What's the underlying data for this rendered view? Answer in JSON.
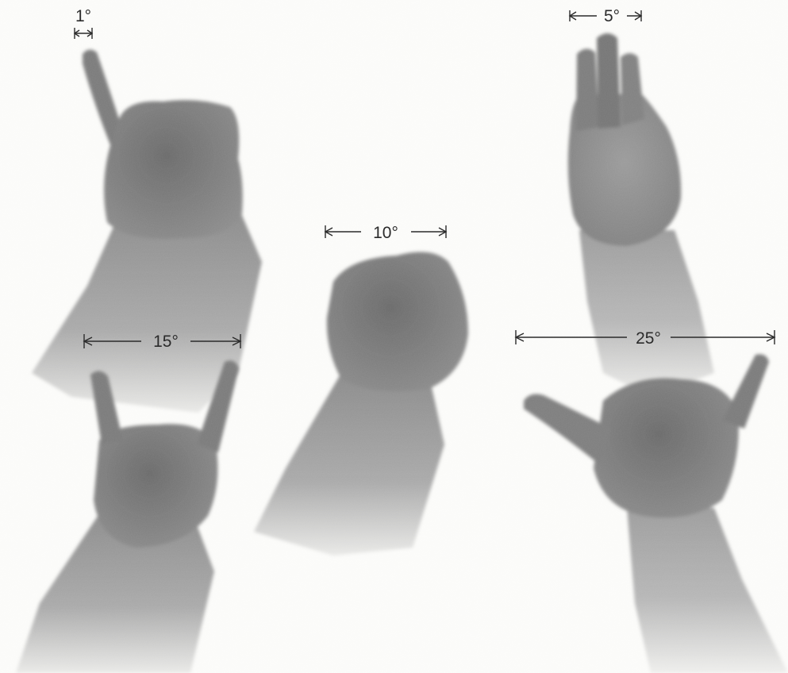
{
  "figure": {
    "measurements": [
      {
        "id": "little-finger",
        "label": "1°"
      },
      {
        "id": "three-fingers",
        "label": "5°"
      },
      {
        "id": "fist",
        "label": "10°"
      },
      {
        "id": "index-to-little",
        "label": "15°"
      },
      {
        "id": "thumb-to-little",
        "label": "25°"
      }
    ],
    "colors": {
      "background": "#fbfbf9",
      "skin_dark": "#707070",
      "skin_mid": "#9a9a9a",
      "annotation": "#2b2b2b"
    }
  }
}
